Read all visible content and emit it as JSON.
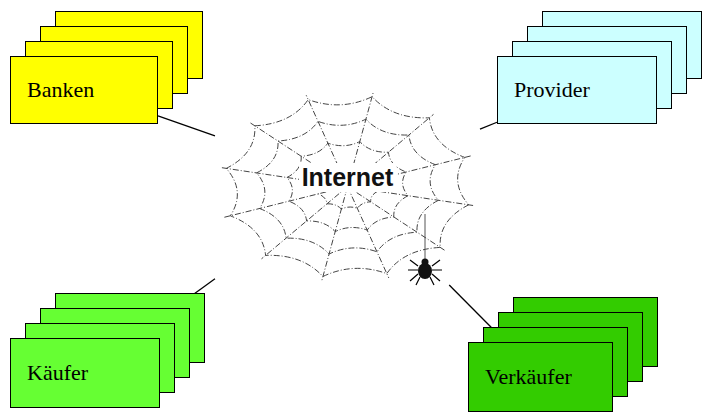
{
  "diagram": {
    "nodes": [
      {
        "text": [
          "Banken"
        ]
      },
      {
        "text": [
          "Provider"
        ]
      },
      {
        "text": [
          "Internet"
        ]
      },
      {
        "text": [
          "Käufer"
        ]
      },
      {
        "text": [
          "Verkäufer"
        ]
      }
    ],
    "edges": [
      {
        "from": 0,
        "to": 2,
        "arrow": "none"
      },
      {
        "from": 1,
        "to": 2,
        "arrow": "none"
      },
      {
        "from": 3,
        "to": 2,
        "arrow": "none"
      },
      {
        "from": 4,
        "to": 2,
        "arrow": "none"
      }
    ]
  }
}
